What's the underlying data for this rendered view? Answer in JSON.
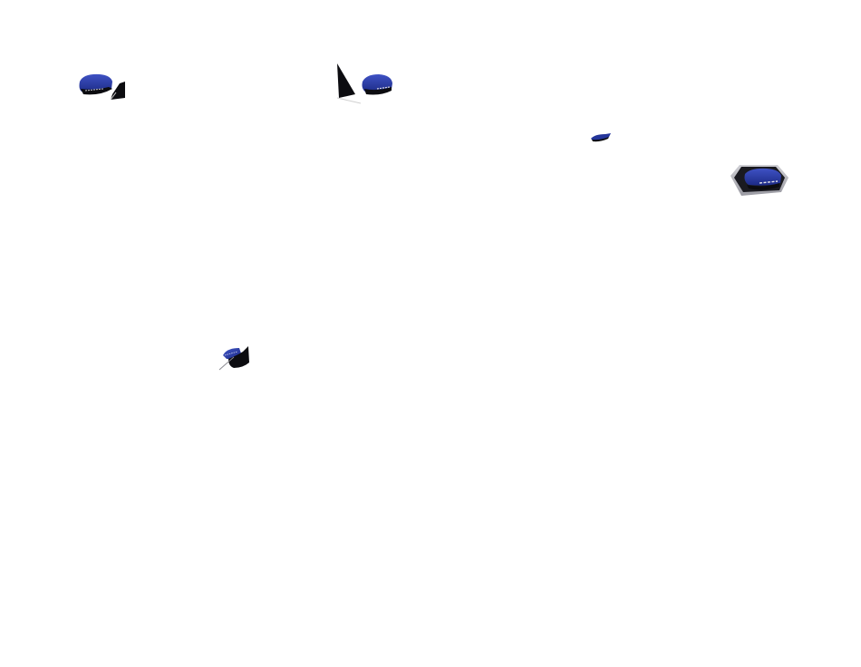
{
  "scene": {
    "background": "#ffffff",
    "subject": "car-side-mirror",
    "accent_color": "#24359a",
    "housing_color": "#0c0c10"
  },
  "objects": [
    {
      "name": "mirror-1",
      "view": "rear-left"
    },
    {
      "name": "mirror-2",
      "view": "rear-right"
    },
    {
      "name": "mirror-3",
      "view": "top-small"
    },
    {
      "name": "mirror-4",
      "view": "rear-right-cutout"
    },
    {
      "name": "mirror-5",
      "view": "side-angle"
    }
  ]
}
